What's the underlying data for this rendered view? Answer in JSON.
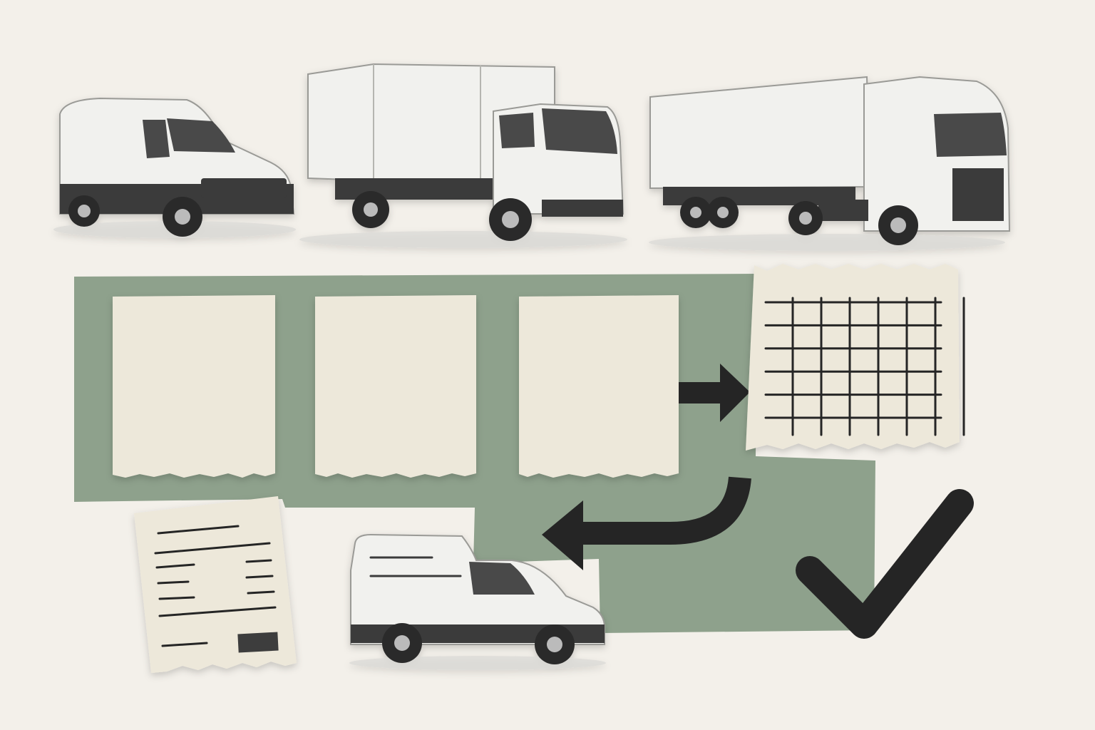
{
  "colors": {
    "background": "#f3f0ea",
    "panel_green": "#8ea18c",
    "paper": "#ede8da",
    "ink": "#252525",
    "vehicle_body": "#f1f1ee",
    "vehicle_shadow": "#d6d6d2",
    "tire": "#2a2a2a",
    "glass": "#4a4a4a",
    "bumper": "#3a3a3a"
  },
  "vehicles": [
    {
      "id": "van",
      "icon": "cargo-van-icon"
    },
    {
      "id": "box-truck",
      "icon": "box-truck-icon"
    },
    {
      "id": "semi-truck",
      "icon": "semi-trailer-truck-icon"
    }
  ],
  "process_cards": [
    {
      "id": "card-1"
    },
    {
      "id": "card-2"
    },
    {
      "id": "card-3"
    }
  ],
  "schedule_grid": {
    "icon": "schedule-grid-icon",
    "rows": 6,
    "columns": 7
  },
  "arrows": [
    {
      "id": "to-grid",
      "icon": "arrow-right-icon"
    },
    {
      "id": "return-curve",
      "icon": "curved-arrow-left-icon"
    }
  ],
  "receipt": {
    "icon": "receipt-document-icon"
  },
  "delivery_van": {
    "icon": "delivery-van-icon"
  },
  "approval": {
    "icon": "checkmark-icon"
  }
}
